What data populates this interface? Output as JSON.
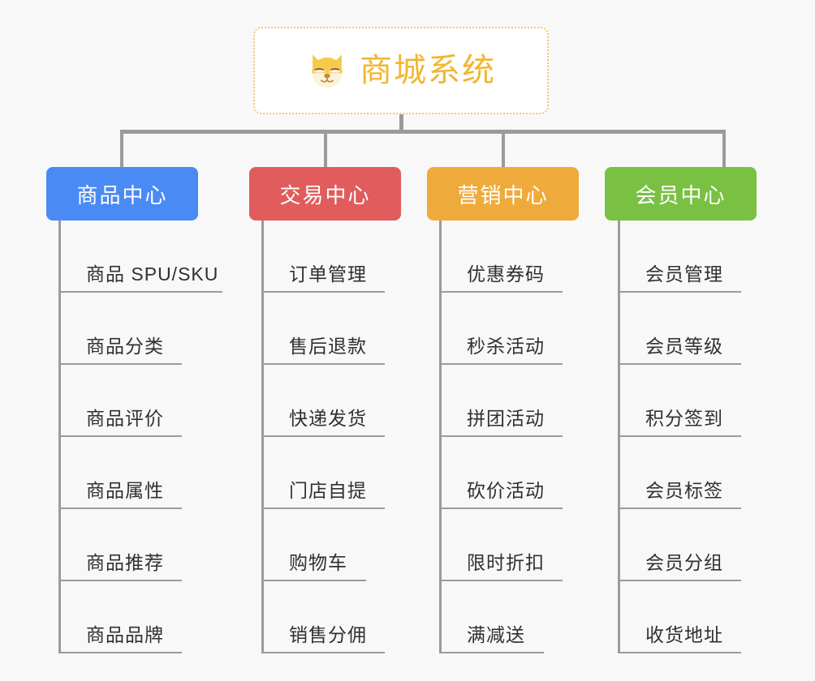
{
  "diagram": {
    "title": "商城系统",
    "background_color": "#f8f8f8",
    "root": {
      "label": "商城系统",
      "icon": "shiba-dog-icon",
      "text_color": "#f2b632",
      "border_color": "#f0c674",
      "fill_color": "#ffffff"
    },
    "connector_color": "#9b9b9b",
    "branches": [
      {
        "label": "商品中心",
        "color": "#4a8af4",
        "items": [
          "商品 SPU/SKU",
          "商品分类",
          "商品评价",
          "商品属性",
          "商品推荐",
          "商品品牌"
        ]
      },
      {
        "label": "交易中心",
        "color": "#e15c5c",
        "items": [
          "订单管理",
          "售后退款",
          "快递发货",
          "门店自提",
          "购物车",
          "销售分佣"
        ]
      },
      {
        "label": "营销中心",
        "color": "#eeab3c",
        "items": [
          "优惠券码",
          "秒杀活动",
          "拼团活动",
          "砍价活动",
          "限时折扣",
          "满减送"
        ]
      },
      {
        "label": "会员中心",
        "color": "#77c košice"
      }
    ]
  }
}
